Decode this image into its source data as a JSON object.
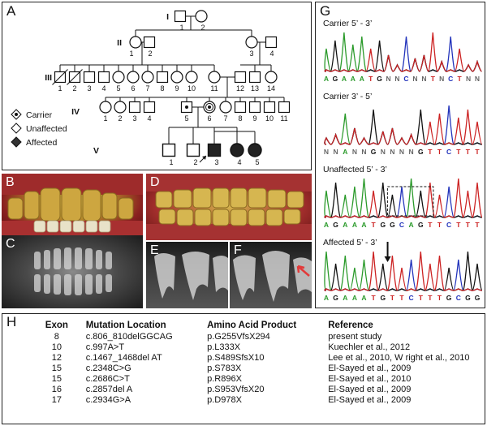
{
  "panels": {
    "A": "A",
    "B": "B",
    "C": "C",
    "D": "D",
    "E": "E",
    "F": "F",
    "G": "G",
    "H": "H"
  },
  "pedigree": {
    "generations": [
      "I",
      "II",
      "III",
      "IV",
      "V"
    ],
    "gen_I": [
      "1",
      "2"
    ],
    "gen_II": [
      "1",
      "2",
      "3",
      "4"
    ],
    "gen_III": [
      "1",
      "2",
      "3",
      "4",
      "5",
      "6",
      "7",
      "8",
      "9",
      "10",
      "11",
      "12",
      "13",
      "14"
    ],
    "gen_IV": [
      "1",
      "2",
      "3",
      "4",
      "5",
      "6",
      "7",
      "8",
      "9",
      "10",
      "11"
    ],
    "gen_V": [
      "1",
      "2",
      "3",
      "4",
      "5"
    ],
    "legend": [
      "Carrier",
      "Unaffected",
      "Affected"
    ]
  },
  "chromatograms": [
    {
      "title": "Carrier  5’ - 3’",
      "bases": "AGAAATGNNCNNTNCTNN"
    },
    {
      "title": "Carrier  3’ - 5’",
      "bases": "NNANNGNNNNGTTCTTT"
    },
    {
      "title": "Unaffected   5’ - 3’",
      "bases": "AGAAATGGCAGTTCTTT"
    },
    {
      "title": "Affected  5’ - 3’",
      "bases": "AGAAATGTTCTTTGCGG"
    }
  ],
  "table": {
    "headers": [
      "Exon",
      "Mutation Location",
      "Amino  Acid Product",
      "Reference"
    ],
    "rows": [
      [
        "8",
        "c.806_810delGGCAG",
        "p.G255VfsX294",
        "present study"
      ],
      [
        "10",
        "c.997A>T",
        "p.L333X",
        "Kuechler et al., 2012"
      ],
      [
        "12",
        "c.1467_1468del  AT",
        "p.S489SfsX10",
        "Lee et al., 2010, W  right et al., 2010"
      ],
      [
        "15",
        "c.2348C>G",
        "p.S783X",
        "El-Sayed et al., 2009"
      ],
      [
        "15",
        "c.2686C>T",
        "p.R896X",
        "El-Sayed et al., 2010"
      ],
      [
        "16",
        "c.2857del A",
        "p.S953VfsX20",
        "El-Sayed et al., 2009"
      ],
      [
        "17",
        "c.2934G>A",
        "p.D978X",
        "El-Sayed et al., 2009"
      ]
    ]
  },
  "colors": {
    "A": "#2a9a2a",
    "C": "#2233bb",
    "G": "#111111",
    "T": "#cc2222",
    "N": "#666666"
  }
}
